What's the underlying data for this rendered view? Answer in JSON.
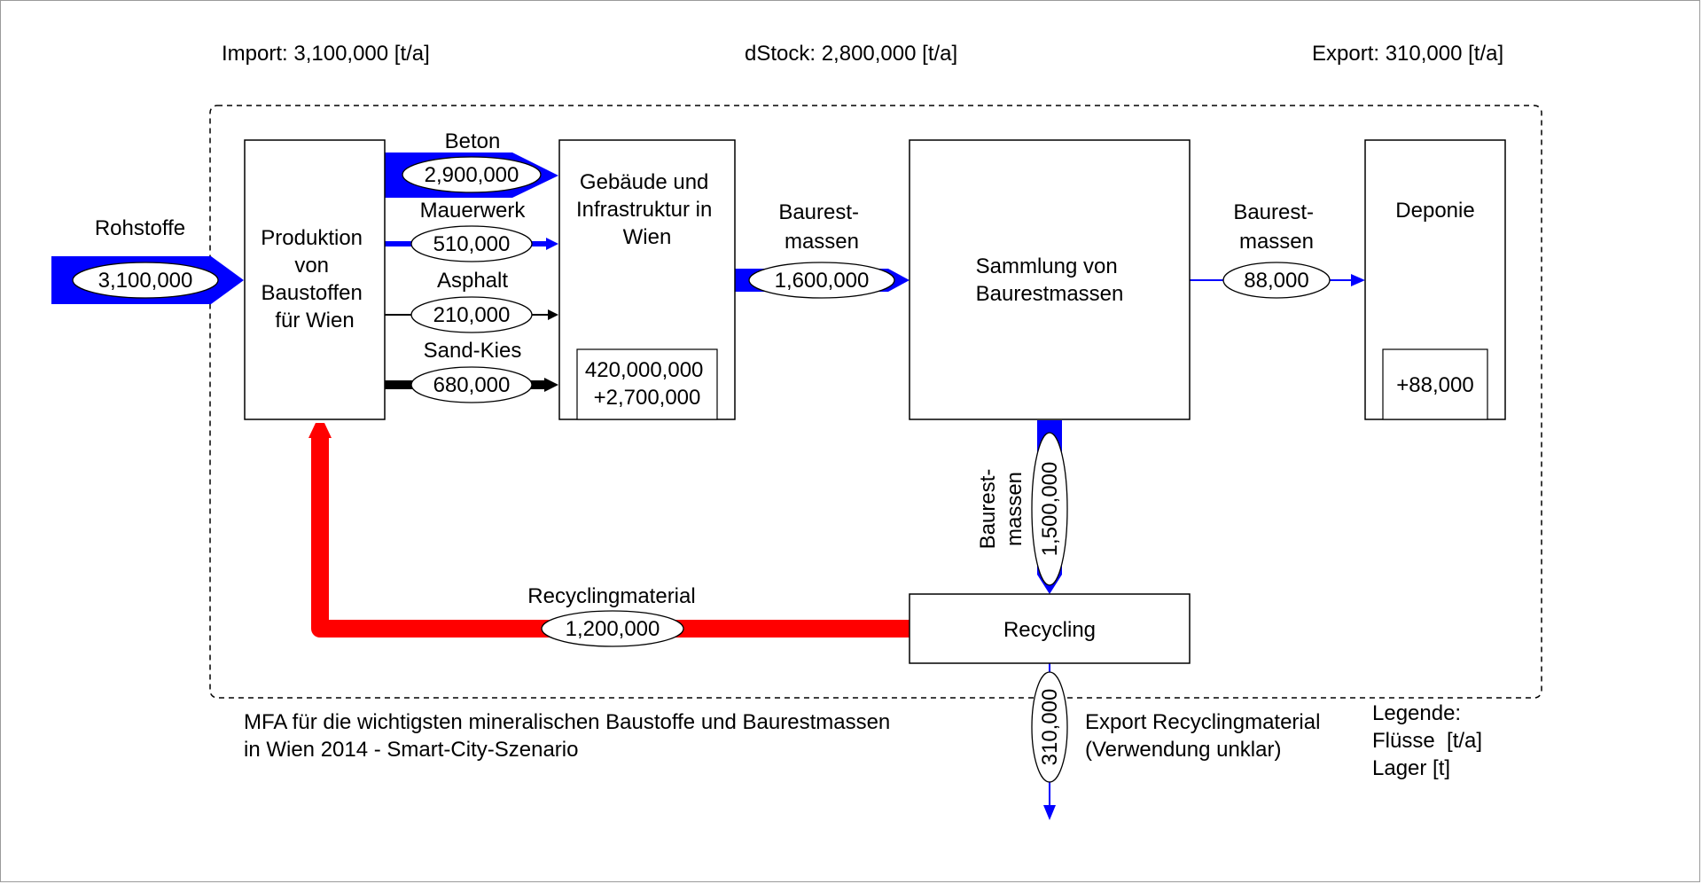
{
  "header": {
    "import": "Import: 3,100,000 [t/a]",
    "dstock": "dStock: 2,800,000 [t/a]",
    "export": "Export: 310,000 [t/a]"
  },
  "processes": {
    "produktion": [
      "Produktion",
      "von",
      "Baustoffen",
      "für Wien"
    ],
    "gebaeude": [
      "Gebäude und",
      "Infrastruktur in",
      "Wien"
    ],
    "gebaeude_stock": [
      "420,000,000",
      "+2,700,000"
    ],
    "sammlung": [
      "Sammlung von",
      "Baurestmassen"
    ],
    "deponie": "Deponie",
    "deponie_stock": "+88,000",
    "recycling": "Recycling"
  },
  "flows": {
    "rohstoffe": {
      "label": "Rohstoffe",
      "value": "3,100,000"
    },
    "beton": {
      "label": "Beton",
      "value": "2,900,000"
    },
    "mauerwerk": {
      "label": "Mauerwerk",
      "value": "510,000"
    },
    "asphalt": {
      "label": "Asphalt",
      "value": "210,000"
    },
    "sandkies": {
      "label": "Sand-Kies",
      "value": "680,000"
    },
    "baurest_to_sammlung": {
      "label": [
        "Baurest-",
        "massen"
      ],
      "value": "1,600,000"
    },
    "baurest_to_deponie": {
      "label": [
        "Baurest-",
        "massen"
      ],
      "value": "88,000"
    },
    "baurest_to_recycling": {
      "label": [
        "Baurest-",
        "massen"
      ],
      "value": "1,500,000"
    },
    "recyclingmaterial": {
      "label": "Recyclingmaterial",
      "value": "1,200,000"
    },
    "export_recycling": {
      "label": [
        "Export Recyclingmaterial",
        "(Verwendung unklar)"
      ],
      "value": "310,000"
    }
  },
  "caption": [
    "MFA für die wichtigsten mineralischen Baustoffe und Baurestmassen",
    "in Wien 2014 - Smart-City-Szenario"
  ],
  "legend": [
    "Legende:",
    "Flüsse  [t/a]",
    "Lager [t]"
  ],
  "colors": {
    "blue": "#0000ff",
    "red": "#ff0000",
    "black": "#000000"
  }
}
